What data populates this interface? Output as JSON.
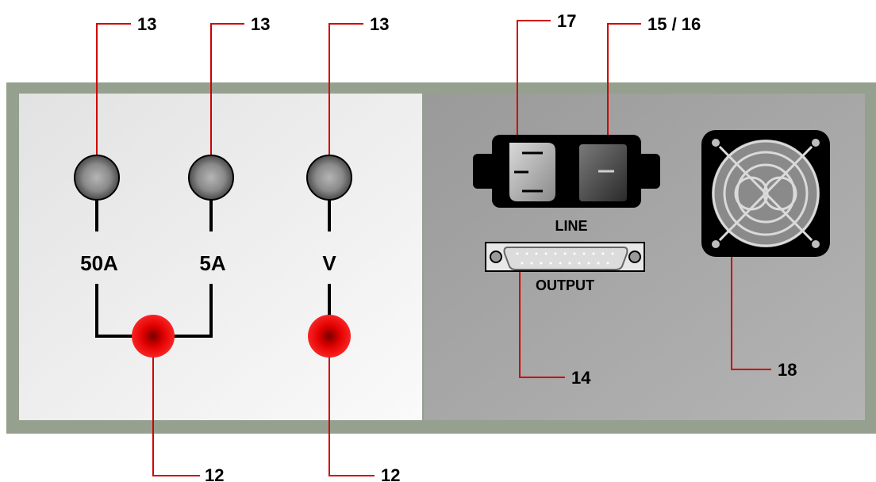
{
  "panel": {
    "terminal_labels": [
      "50A",
      "5A",
      "V"
    ],
    "line_label": "LINE",
    "output_label": "OUTPUT"
  },
  "callouts": {
    "gray_terminal_1": "13",
    "gray_terminal_2": "13",
    "gray_terminal_3": "13",
    "power_inlet": "17",
    "power_switch": "15 / 16",
    "output_connector": "14",
    "fan": "18",
    "red_terminal_1": "12",
    "red_terminal_2": "12"
  },
  "colors": {
    "panel_frame": "#95a08f",
    "left_panel": "#f0f0f0",
    "right_panel": "#a9a9a9",
    "leader_line": "#d00000",
    "red_terminal": "#e00000"
  }
}
